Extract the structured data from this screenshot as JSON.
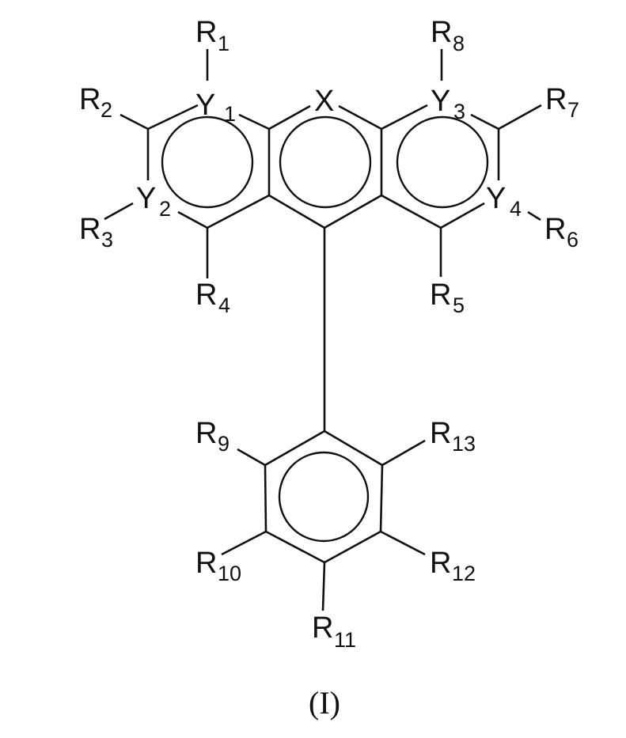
{
  "figure": {
    "caption": "(I)",
    "description": "Xanthene-type tricyclic core with pendant substituted phenyl ring"
  },
  "core": {
    "bridge_atom": "X",
    "heteroatoms": [
      {
        "symbol": "Y",
        "index": "1"
      },
      {
        "symbol": "Y",
        "index": "2"
      },
      {
        "symbol": "Y",
        "index": "3"
      },
      {
        "symbol": "Y",
        "index": "4"
      }
    ]
  },
  "substituents": [
    {
      "symbol": "R",
      "index": "1"
    },
    {
      "symbol": "R",
      "index": "2"
    },
    {
      "symbol": "R",
      "index": "3"
    },
    {
      "symbol": "R",
      "index": "4"
    },
    {
      "symbol": "R",
      "index": "5"
    },
    {
      "symbol": "R",
      "index": "6"
    },
    {
      "symbol": "R",
      "index": "7"
    },
    {
      "symbol": "R",
      "index": "8"
    },
    {
      "symbol": "R",
      "index": "9"
    },
    {
      "symbol": "R",
      "index": "10"
    },
    {
      "symbol": "R",
      "index": "11"
    },
    {
      "symbol": "R",
      "index": "12"
    },
    {
      "symbol": "R",
      "index": "13"
    }
  ],
  "colors": {
    "ink": "#111111",
    "background": "#ffffff"
  }
}
